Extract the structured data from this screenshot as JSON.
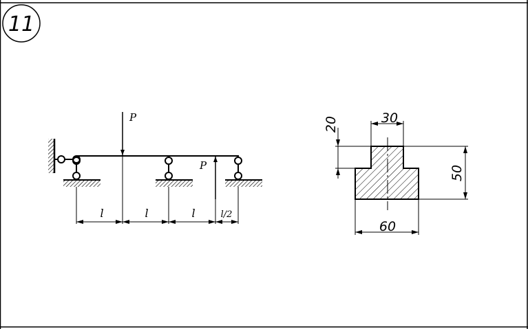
{
  "problem": {
    "number": "11"
  },
  "beam": {
    "load_label_1": "P",
    "load_label_2": "P",
    "span_labels": [
      "l",
      "l",
      "l",
      "l/2"
    ]
  },
  "section": {
    "dim_top_width": "30",
    "dim_step_height": "20",
    "dim_total_height": "50",
    "dim_bottom_width": "60"
  }
}
